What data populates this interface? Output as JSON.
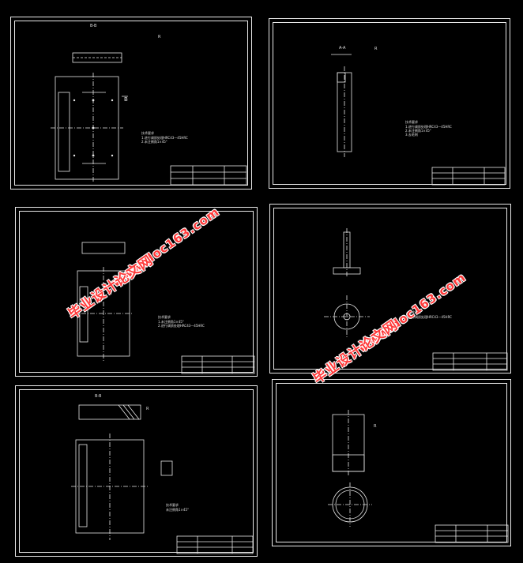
{
  "sheets": [
    {
      "section": "B-B",
      "mark": "R",
      "side_label": "B",
      "note_title": "技术要求",
      "notes": "1.进行调质处理HRC43—45HRC\n2.未注倒角1×45°"
    },
    {
      "section": "A-A",
      "mark": "R",
      "note_title": "技术要求",
      "notes": "1.进行调质处理HRC43—45HRC\n2.未注倒角1×45°\n3.去毛刺"
    },
    {
      "note_title": "技术要求",
      "notes": "1.未注倒角1×45°\n2.进行调质处理HRC43—45HRC"
    },
    {
      "note_title": "技术要求",
      "notes": "进行调质处理HRC43—45HRC"
    },
    {
      "section": "B-B",
      "mark": "R",
      "note_title": "技术要求",
      "notes": "未注倒角1×45°"
    },
    {
      "mark": "R"
    }
  ],
  "watermarks": [
    {
      "url": "www.doc163.com",
      "name": "毕业设计论文网"
    },
    {
      "url": "www.doc163.com",
      "name": "毕业设计论文网"
    }
  ],
  "colors": {
    "line": "#e8e8e8",
    "watermark": "#ff3a3a"
  }
}
